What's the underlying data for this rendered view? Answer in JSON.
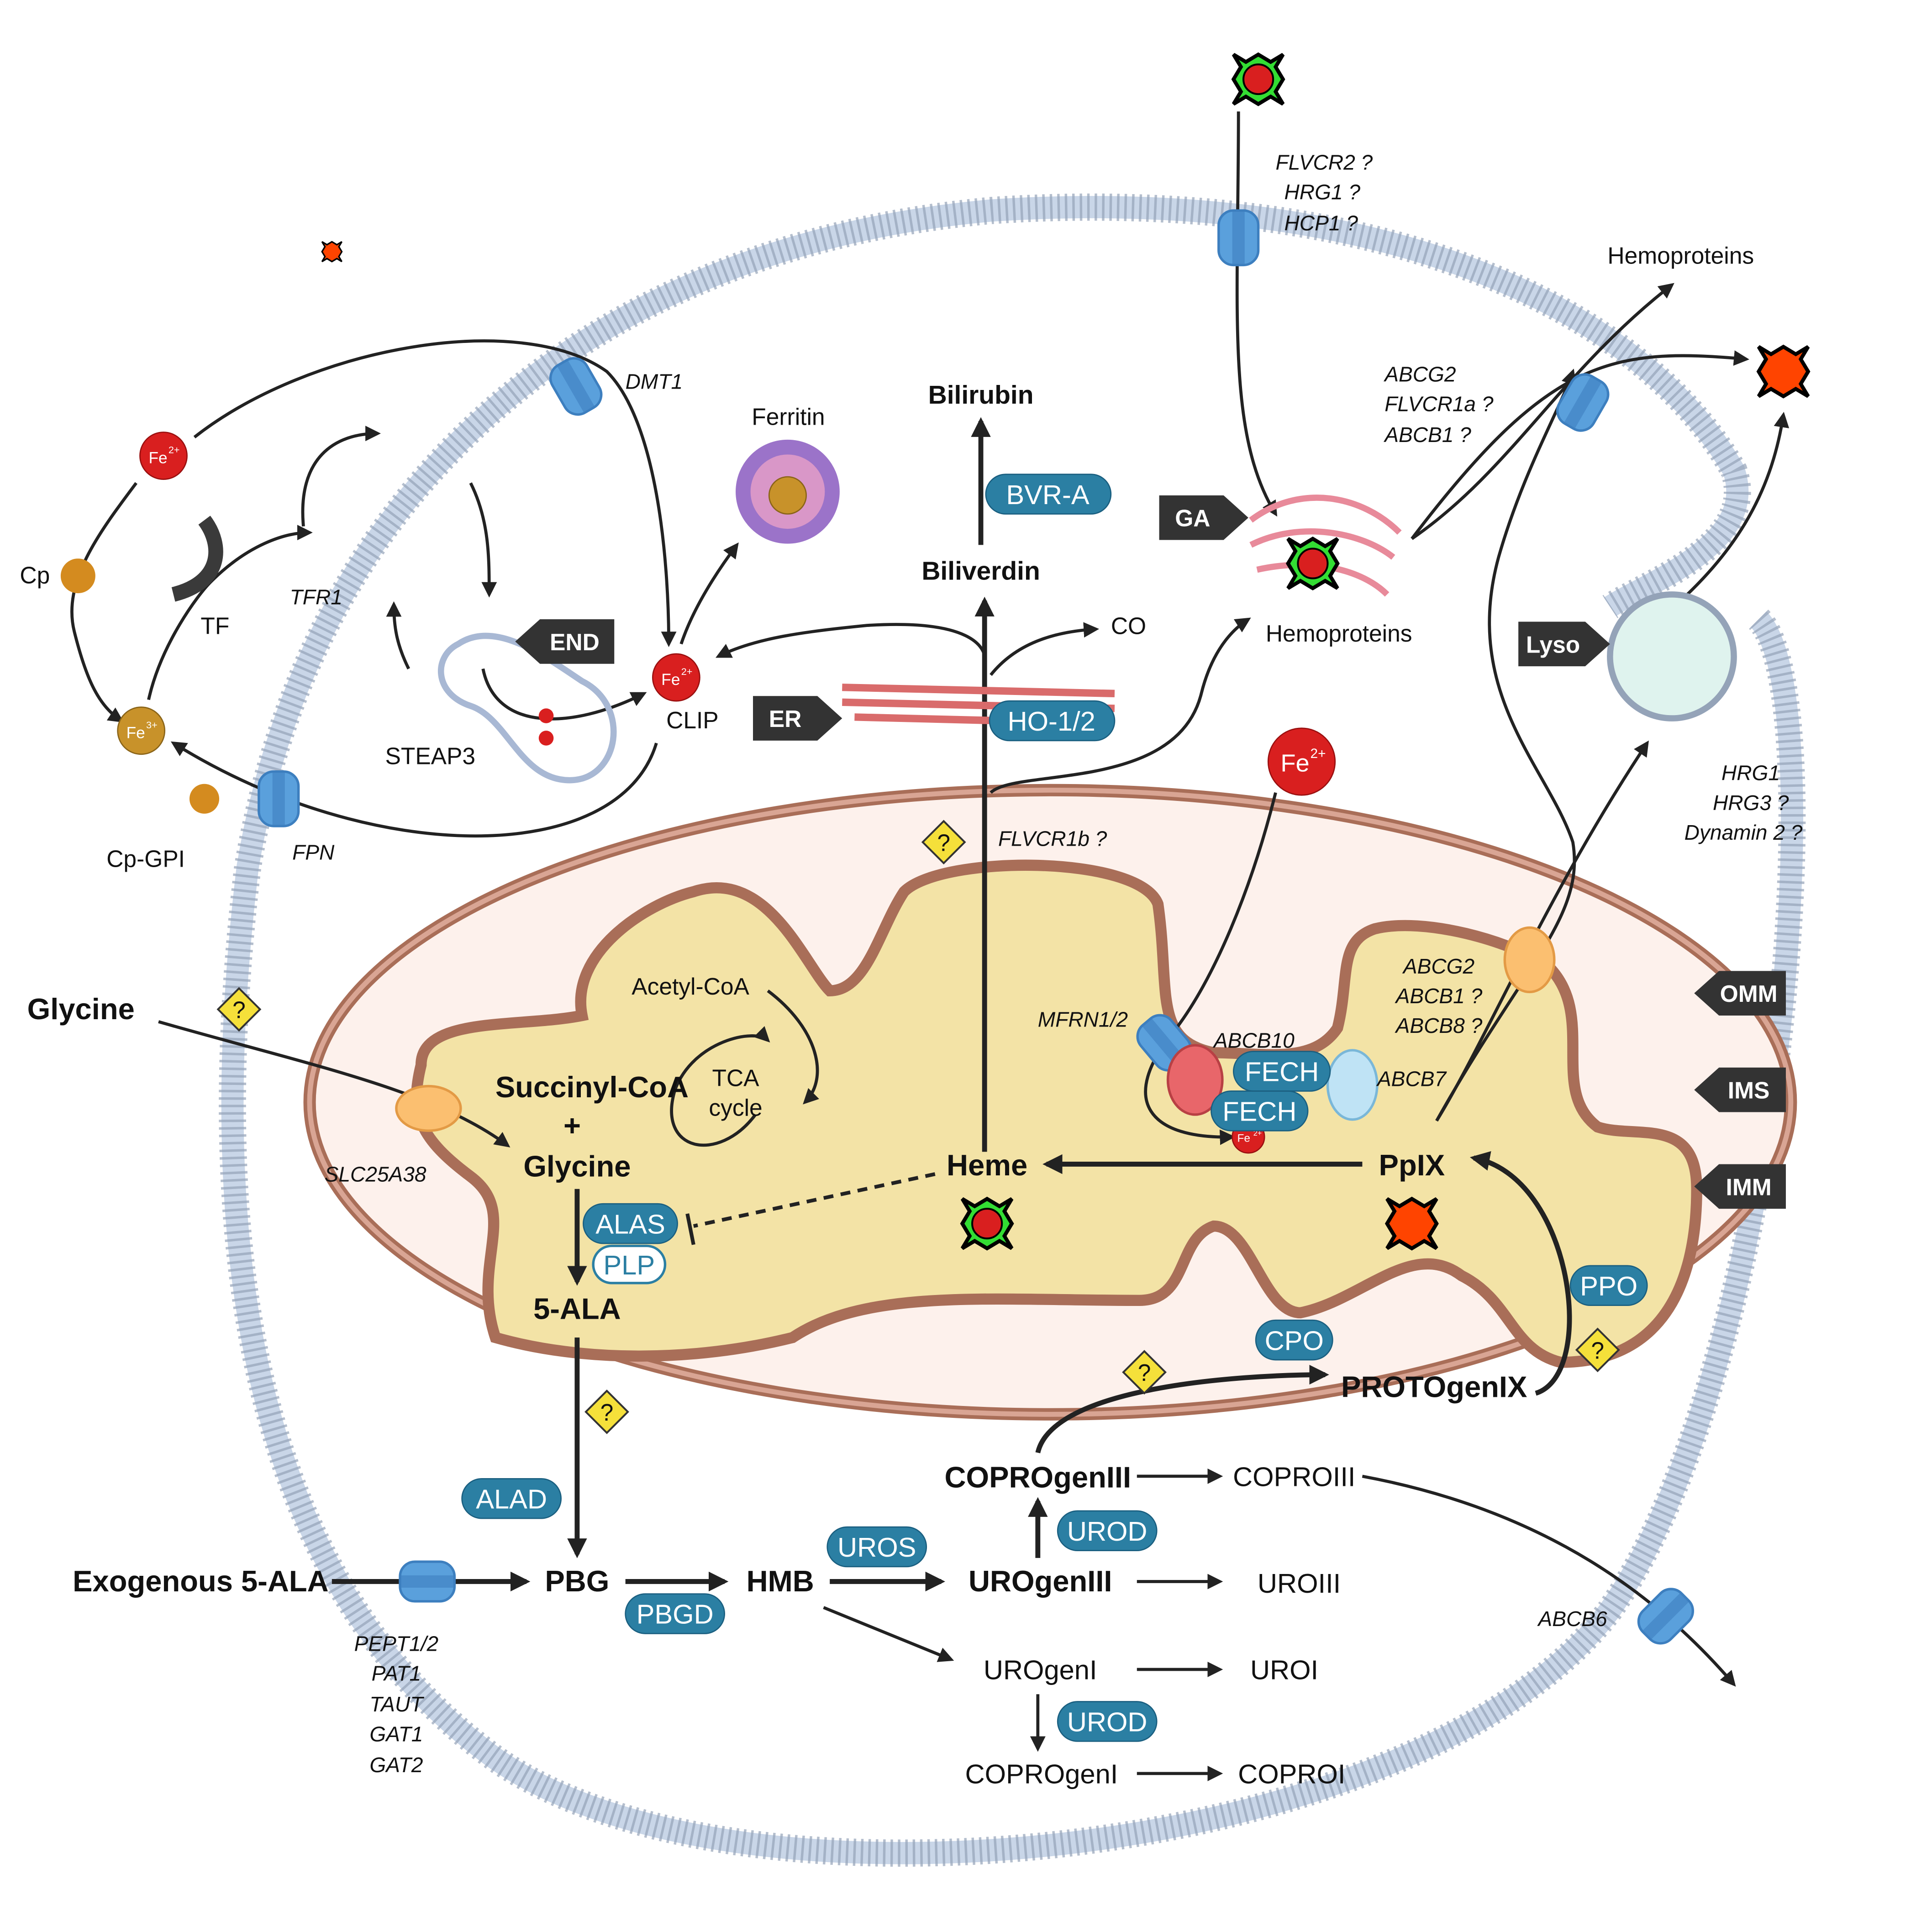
{
  "colors": {
    "badge": "#2b7fa3",
    "tag": "#333333",
    "heme_green": "#33dd33",
    "heme_red": "#d91f1f",
    "ppix": "#ff4400",
    "mito_outer": "#fdf1ec",
    "matrix": "#f3e3a6",
    "membrane": "#c9d6e8",
    "transporter": "#5aa0dc",
    "question": "#f5e03a"
  },
  "extracellular": {
    "heme_importers": [
      "FLVCR2 ?",
      "HRG1 ?",
      "HCP1 ?"
    ],
    "hemoproteins_out": "Hemoproteins",
    "heme_exporters": [
      "ABCG2",
      "FLVCR1a ?",
      "ABCB1 ?"
    ],
    "dmt1": "DMT1",
    "fe2": "Fe",
    "fe2_sup": "2+",
    "fe3": "Fe",
    "fe3_sup": "3+",
    "cp": "Cp",
    "tf": "TF",
    "tfr1": "TFR1",
    "fpn": "FPN",
    "cp_gpi": "Cp-GPI"
  },
  "cytosol": {
    "ferritin": "Ferritin",
    "bilirubin": "Bilirubin",
    "bvr": "BVR-A",
    "biliverdin": "Biliverdin",
    "co": "CO",
    "ho": "HO-1/2",
    "hemoproteins": "Hemoproteins",
    "steap3": "STEAP3",
    "clip": "CLIP",
    "lyso_transporters": [
      "HRG1",
      "HRG3 ?",
      "Dynamin 2 ?"
    ],
    "flvcr1b": "FLVCR1b ?",
    "glycine": "Glycine"
  },
  "tags": {
    "end": "END",
    "ga": "GA",
    "er": "ER",
    "lyso": "Lyso",
    "omm": "OMM",
    "ims": "IMS",
    "imm": "IMM"
  },
  "mito": {
    "acetyl_coa": "Acetyl-CoA",
    "tca": [
      "TCA",
      "cycle"
    ],
    "succinyl_coa": "Succinyl-CoA",
    "plus": "+",
    "glycine": "Glycine",
    "mfrn": "MFRN1/2",
    "abcb10": "ABCB10",
    "fech": "FECH",
    "abcb7": "ABCB7",
    "ppix_exporters": [
      "ABCG2",
      "ABCB1 ?",
      "ABCB8 ?"
    ],
    "slc25a38": "SLC25A38",
    "heme": "Heme",
    "ppix": "PpIX",
    "alas": "ALAS",
    "plp": "PLP",
    "ala": "5-ALA",
    "ppo": "PPO",
    "cpo": "CPO",
    "protogen": "PROTOgenIX",
    "question": "?"
  },
  "pathway": {
    "alad": "ALAD",
    "coprogen3": "COPROgenIII",
    "copro3": "COPROIII",
    "urod": "UROD",
    "exo_ala": "Exogenous 5-ALA",
    "pbg": "PBG",
    "hmb": "HMB",
    "uros": "UROS",
    "pbgd": "PBGD",
    "urogen3": "UROgenIII",
    "uro3": "UROIII",
    "abcb6": "ABCB6",
    "urogen1": "UROgenI",
    "uro1": "UROI",
    "coprogen1": "COPROgenI",
    "copro1": "COPROI",
    "ala_transporters": [
      "PEPT1/2",
      "PAT1",
      "TAUT",
      "GAT1",
      "GAT2"
    ]
  }
}
